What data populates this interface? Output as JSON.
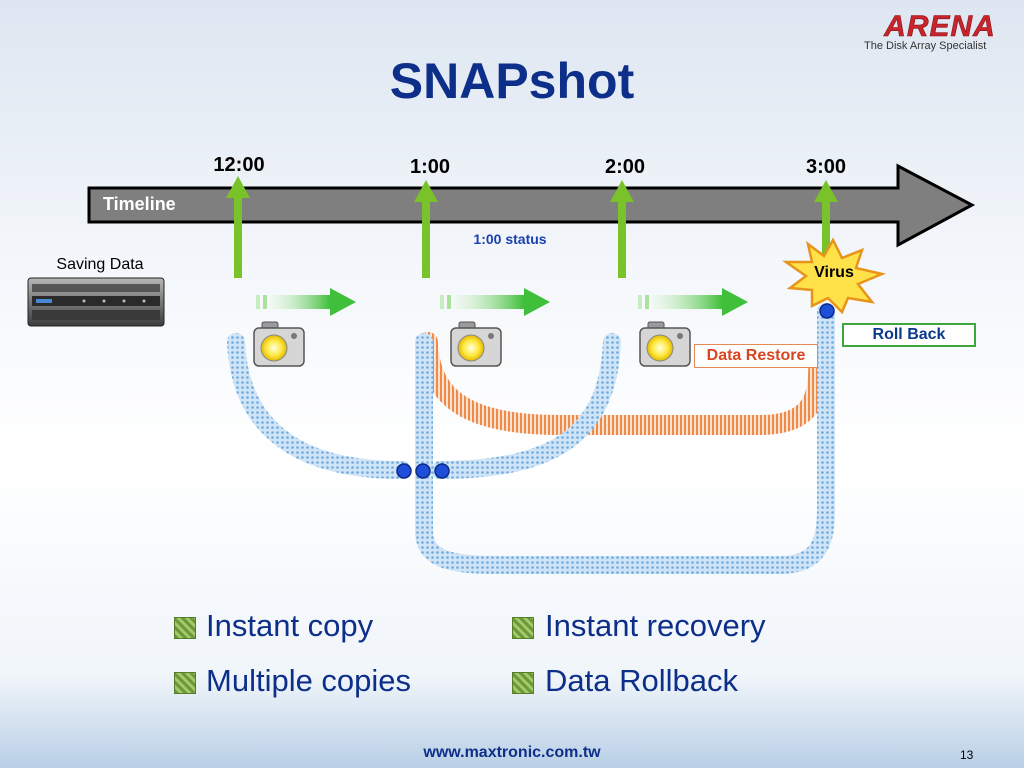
{
  "slide": {
    "title": "SNAPshot",
    "brand": {
      "logo_text": "ARENA",
      "tagline": "The Disk Array Specialist"
    },
    "footer": {
      "url": "www.maxtronic.com.tw",
      "page_number": "13"
    }
  },
  "timeline": {
    "label": "Timeline",
    "times": [
      "12:00",
      "1:00",
      "2:00",
      "3:00"
    ],
    "status_label": "1:00 status"
  },
  "labels": {
    "saving_data": "Saving Data",
    "virus": "Virus",
    "roll_back": "Roll Back",
    "data_restore": "Data Restore"
  },
  "bullets": {
    "left": [
      "Instant  copy",
      "Multiple copies"
    ],
    "right": [
      "Instant  recovery",
      "Data Rollback"
    ]
  },
  "colors": {
    "title": "#0d2f8a",
    "timeline_fill": "#808080",
    "marker_green": "#7ac22a",
    "copy_path_blue": "#8fc3ec",
    "restore_path_orange": "#f09a5a",
    "virus_yellow": "#ffe24a",
    "node_blue": "#1f4fd9"
  }
}
